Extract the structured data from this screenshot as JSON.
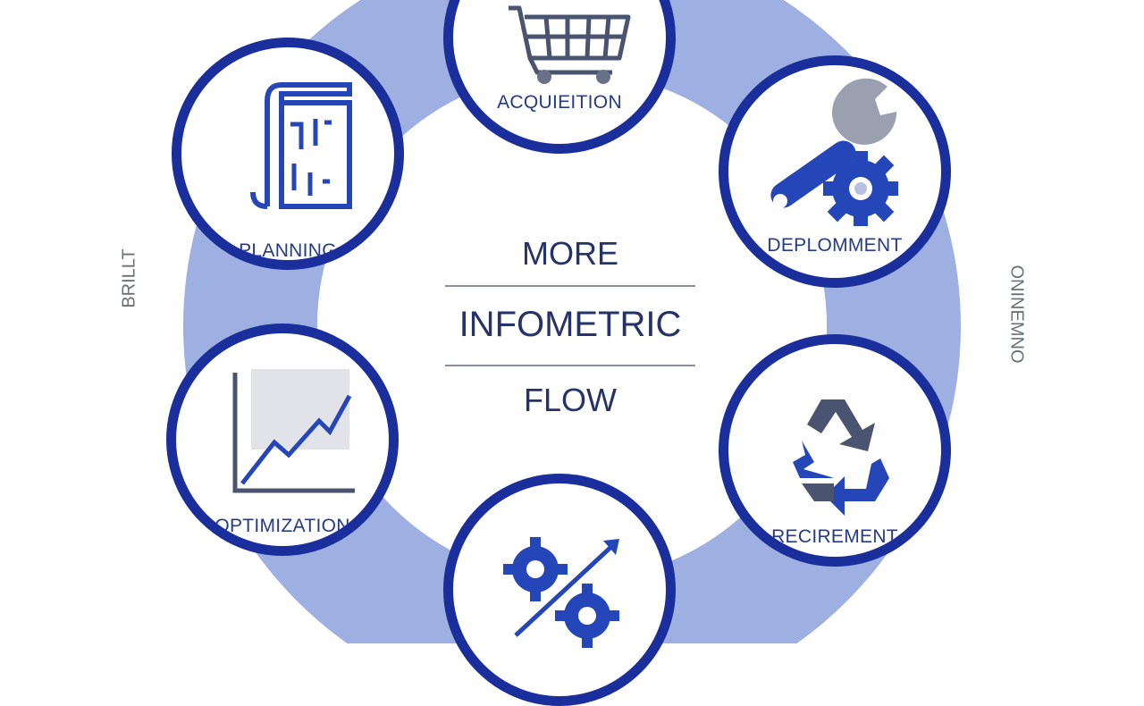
{
  "colors": {
    "ring": "#8a9fd9",
    "circle_border": "#1a2e9c",
    "label": "#243a8a",
    "icon_blue": "#2546b8",
    "icon_gray": "#9aa0b0"
  },
  "center": {
    "line1": "MORE",
    "line2": "INFOMETRIC",
    "line3": "FLOW"
  },
  "stages": {
    "acquisition": {
      "label": "ACQUIEITION",
      "icon": "shopping-cart-icon"
    },
    "deployment": {
      "label": "DEPLOMMENT",
      "icon": "wrench-gear-icon"
    },
    "retirement": {
      "label": "RECIREMENT",
      "icon": "recycle-icon"
    },
    "bottom": {
      "label": "",
      "icon": "gears-arrow-icon"
    },
    "optimization": {
      "label": "OPTIMIZATION",
      "icon": "line-chart-icon"
    },
    "planning": {
      "label": "PLANNING",
      "icon": "blueprint-icon"
    }
  },
  "side_labels": {
    "left": "BRILLT",
    "right": "ONINEMNO"
  }
}
